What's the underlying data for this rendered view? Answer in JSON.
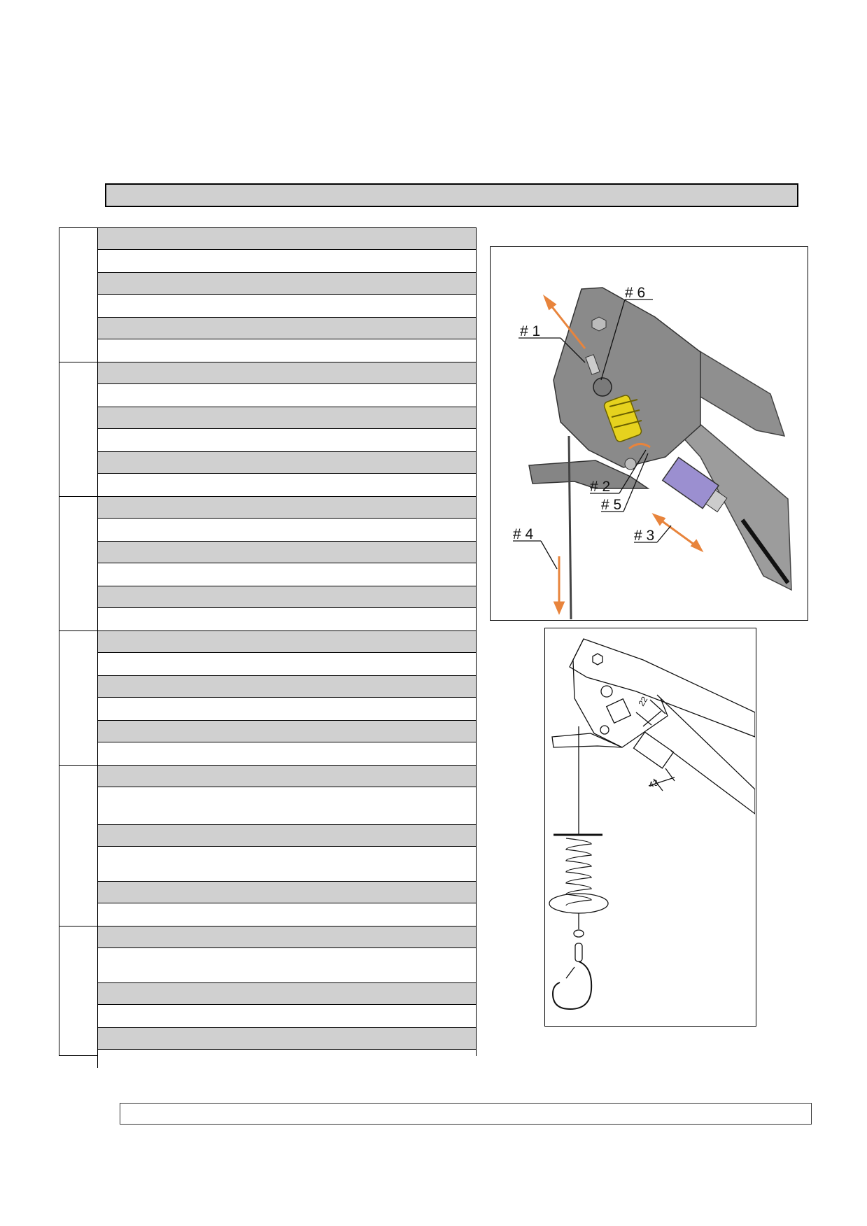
{
  "figure1": {
    "callouts": [
      {
        "id": "callout-1",
        "text": "# 1"
      },
      {
        "id": "callout-2",
        "text": "# 2"
      },
      {
        "id": "callout-3",
        "text": "# 3"
      },
      {
        "id": "callout-4",
        "text": "# 4"
      },
      {
        "id": "callout-5",
        "text": "# 5"
      },
      {
        "id": "callout-6",
        "text": "# 6"
      }
    ],
    "accent_color": "#e8843c",
    "spring_color": "#e6d21e",
    "switch_color": "#9b8fd0",
    "metal_color": "#9a9a9a"
  },
  "figure2": {
    "dimension_top": "22",
    "dimension_bottom": "43"
  },
  "colors": {
    "header_gray": "#d0d0d0",
    "border": "#000000"
  }
}
